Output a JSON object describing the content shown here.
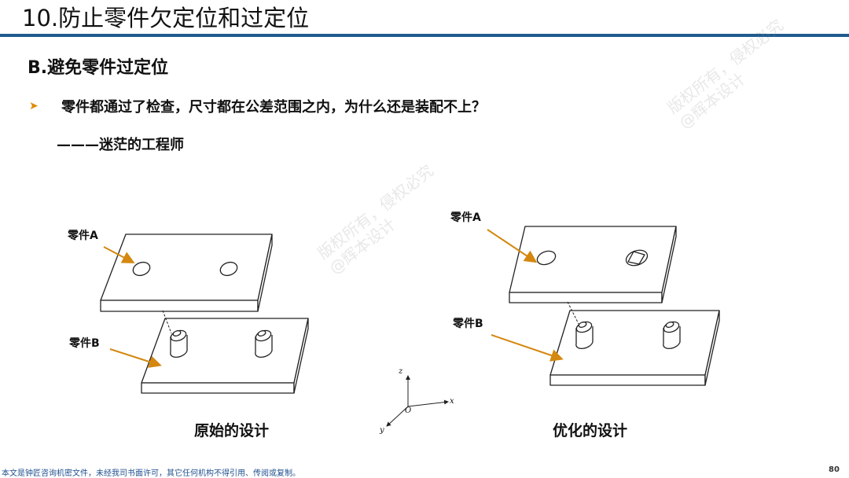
{
  "header": {
    "title": "10.防止零件欠定位和过定位"
  },
  "section": {
    "heading": "B.避免零件过定位"
  },
  "content": {
    "bullet": "零件都通过了检查，尺寸都在公差范围之内，为什么还是装配不上？",
    "author": "———迷茫的工程师"
  },
  "figure_left": {
    "label_a": "零件A",
    "label_b": "零件B",
    "caption": "原始的设计"
  },
  "figure_right": {
    "label_a": "零件A",
    "label_b": "零件B",
    "caption": "优化的设计"
  },
  "axes": {
    "z": "z",
    "x": "x",
    "y": "y",
    "origin": "O"
  },
  "watermark": {
    "line1": "版权所有，侵权必究",
    "line2": "@辉本设计"
  },
  "footer": {
    "notice": "本文是钟匠咨询机密文件，未经我司书面许可，其它任何机构不得引用、传阅或复制。",
    "page": "80"
  },
  "colors": {
    "accent_rule": "#1f5b8f",
    "arrow": "#d4880f",
    "bullet": "#e08a00"
  }
}
